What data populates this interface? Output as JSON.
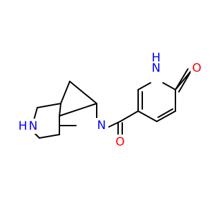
{
  "image": {
    "kind": "chemical structure",
    "background_color": "#ffffff",
    "bond_color": "#000000",
    "nitrogen_color": "#0000ff",
    "oxygen_color": "#ff0000"
  },
  "molecule": {
    "atoms": [
      {
        "id": "n_pyridone",
        "element": "N",
        "label": "N",
        "hydrogen": "H"
      },
      {
        "id": "o_pyridone",
        "element": "O",
        "label": "O"
      },
      {
        "id": "n_amide",
        "element": "N",
        "label": "N"
      },
      {
        "id": "o_carbonyl",
        "element": "O",
        "label": "O"
      },
      {
        "id": "n_amine",
        "element": "N",
        "label": "N",
        "hydrogen": "H"
      }
    ]
  }
}
